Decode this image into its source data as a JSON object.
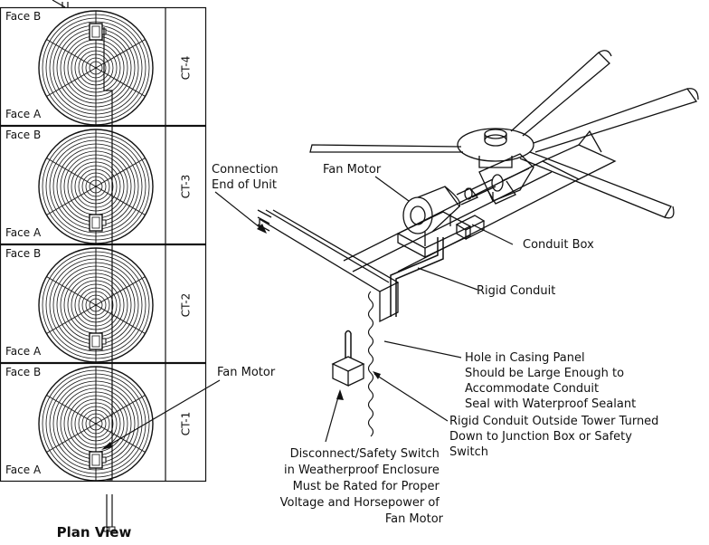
{
  "plan": {
    "title": "Plan View",
    "cells": [
      {
        "id": "CT-4",
        "face_top": "Face B",
        "face_bottom": "Face A",
        "motor_pos": "top"
      },
      {
        "id": "CT-3",
        "face_top": "Face B",
        "face_bottom": "Face A",
        "motor_pos": "bottom"
      },
      {
        "id": "CT-2",
        "face_top": "Face B",
        "face_bottom": "Face A",
        "motor_pos": "bottom"
      },
      {
        "id": "CT-1",
        "face_top": "Face B",
        "face_bottom": "Face A",
        "motor_pos": "bottom"
      }
    ],
    "fan_motor_label": "Fan Motor"
  },
  "callouts": {
    "connection_end": [
      "Connection",
      "End of Unit"
    ],
    "fan_motor": "Fan Motor",
    "conduit_box": "Conduit Box",
    "rigid_conduit": "Rigid Conduit",
    "hole_in_casing": [
      "Hole in Casing Panel",
      "Should be Large Enough to",
      "Accommodate Conduit",
      "Seal with Waterproof Sealant"
    ],
    "rigid_outside": [
      "Rigid Conduit Outside Tower Turned",
      "Down to Junction Box or Safety",
      "Switch"
    ],
    "disconnect": [
      "Disconnect/Safety Switch",
      "in Weatherproof Enclosure",
      "Must be Rated for Proper",
      "Voltage and Horsepower of",
      "Fan Motor"
    ]
  }
}
